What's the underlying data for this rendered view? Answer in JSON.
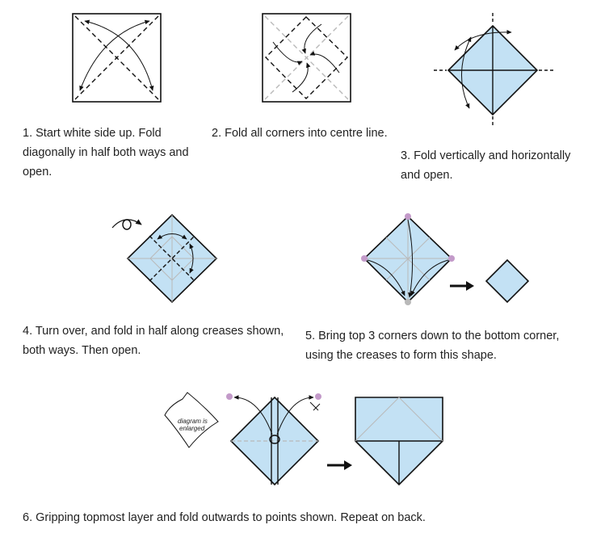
{
  "steps": [
    {
      "number": "1",
      "lines": [
        "1. Start white side up. Fold",
        "diagonally in half both ways and",
        "open."
      ]
    },
    {
      "number": "2",
      "lines": [
        "2. Fold all corners into centre line."
      ]
    },
    {
      "number": "3",
      "lines": [
        "3. Fold vertically and horizontally",
        "and open."
      ]
    },
    {
      "number": "4",
      "lines": [
        "4. Turn over, and fold in half along creases shown,",
        "both ways. Then open."
      ]
    },
    {
      "number": "5",
      "lines": [
        "5. Bring top 3 corners down to the bottom corner,",
        "using the creases to form this shape."
      ]
    },
    {
      "number": "6",
      "lines": [
        "6. Gripping topmost layer and fold outwards to points shown. Repeat on back."
      ]
    }
  ],
  "callout": {
    "line1": "diagram is",
    "line2": "enlarged"
  },
  "colors": {
    "paper_blue": "#c3e1f4",
    "crease_gray": "#b9b9b9",
    "point_purple": "#c39ac9",
    "ink": "#111111"
  }
}
